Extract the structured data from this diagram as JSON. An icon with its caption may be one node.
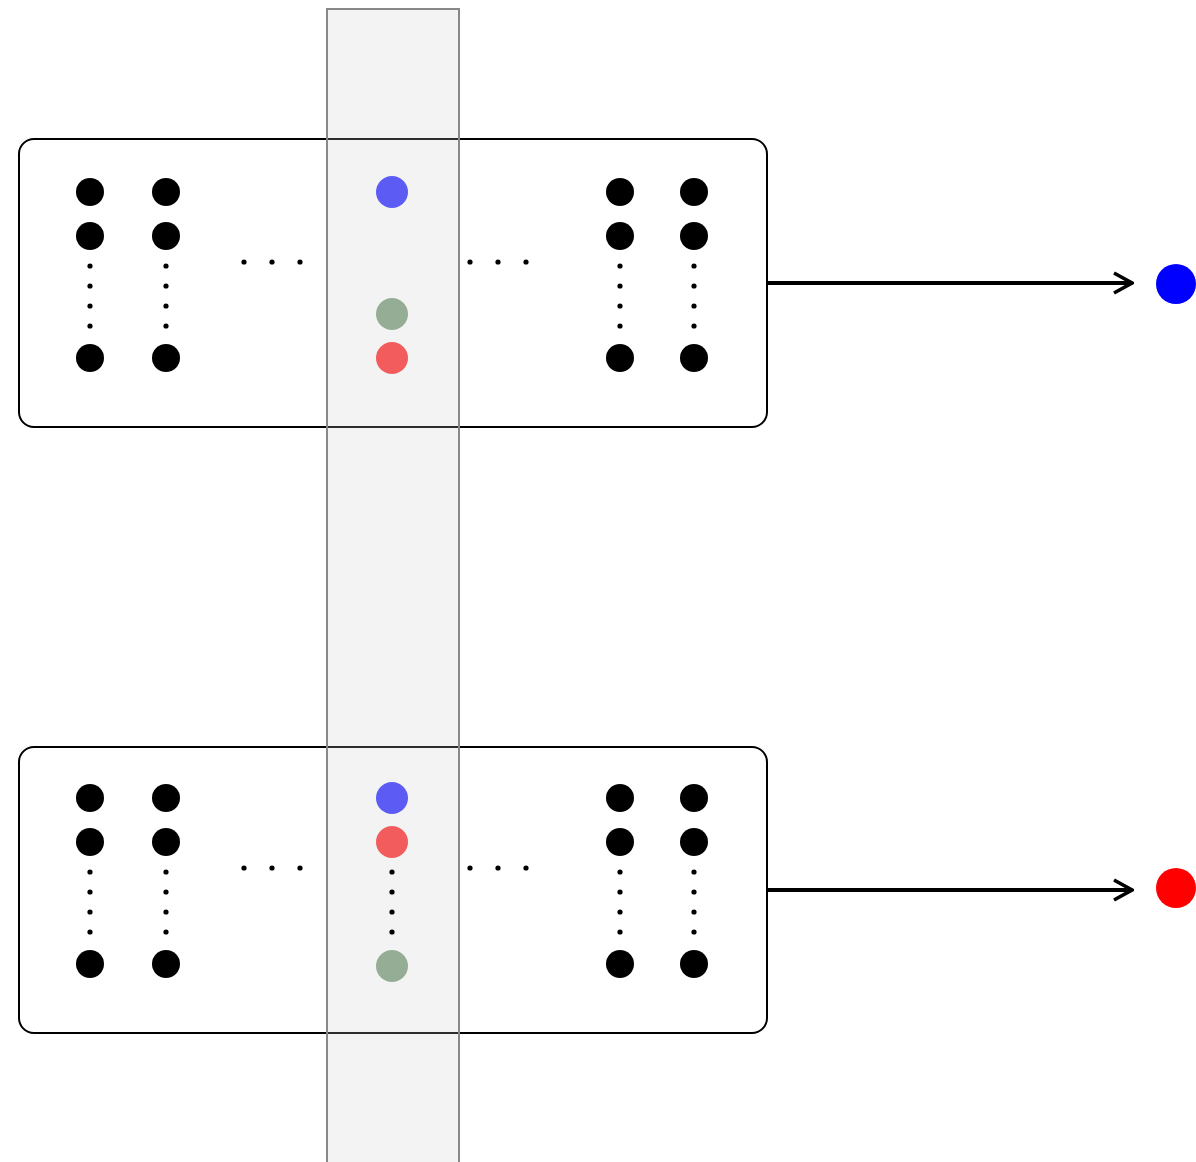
{
  "diagram": {
    "nodes": [
      {
        "text": [],
        "shape": "box"
      },
      {
        "text": [],
        "shape": "circle"
      },
      {
        "text": [],
        "shape": "box"
      },
      {
        "text": [],
        "shape": "circle"
      }
    ],
    "edges": [
      {
        "from": 0,
        "to": 1,
        "arrow": "to"
      },
      {
        "from": 2,
        "to": 3,
        "arrow": "to"
      }
    ]
  }
}
